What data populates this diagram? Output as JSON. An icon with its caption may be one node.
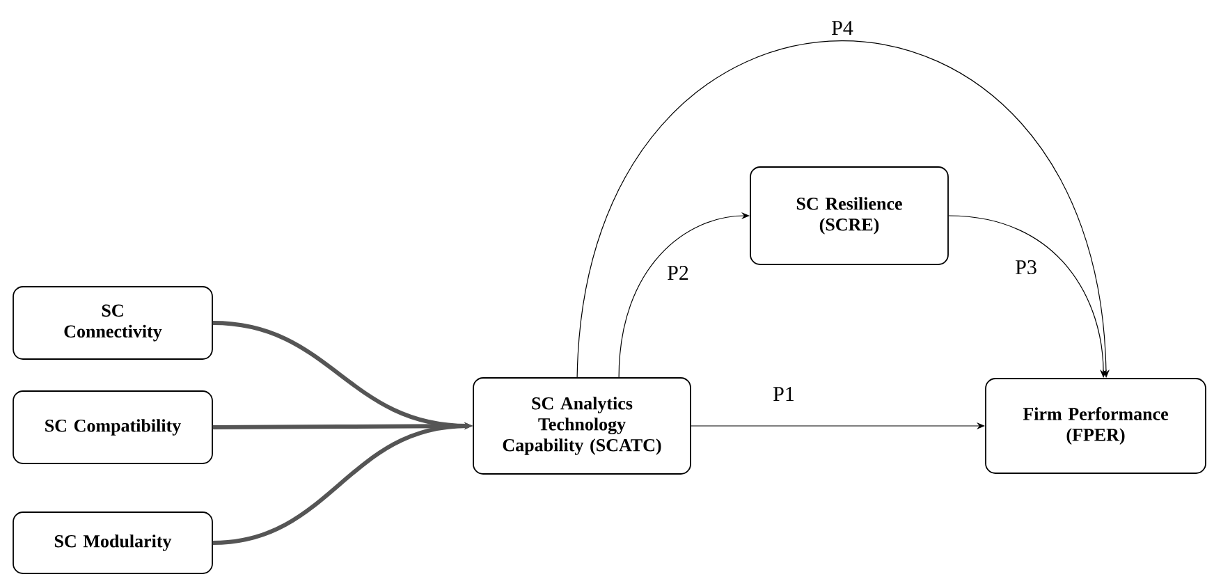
{
  "diagram": {
    "nodes": [
      {
        "text": [
          "SC Connectivity"
        ]
      },
      {
        "text": [
          "SC Compatibility"
        ]
      },
      {
        "text": [
          "SC Modularity"
        ]
      },
      {
        "text": [
          "SC Analytics Technology Capability (SCATC)"
        ]
      },
      {
        "text": [
          "SC Resilience (SCRE)"
        ]
      },
      {
        "text": [
          "Firm Performance (FPER)"
        ]
      }
    ],
    "edges": [
      {
        "from": 0,
        "to": 3,
        "arrow": "to",
        "style": "thick",
        "color": "#555555"
      },
      {
        "from": 1,
        "to": 3,
        "arrow": "to",
        "style": "thick",
        "color": "#555555"
      },
      {
        "from": 2,
        "to": 3,
        "arrow": "to",
        "style": "thick",
        "color": "#555555"
      },
      {
        "from": 3,
        "to": 5,
        "label": "P1",
        "arrow": "to"
      },
      {
        "from": 3,
        "to": 4,
        "label": "P2",
        "arrow": "to"
      },
      {
        "from": 4,
        "to": 5,
        "label": "P3",
        "arrow": "to"
      },
      {
        "from": 3,
        "to": 5,
        "label": "P4",
        "arrow": "to"
      }
    ]
  }
}
